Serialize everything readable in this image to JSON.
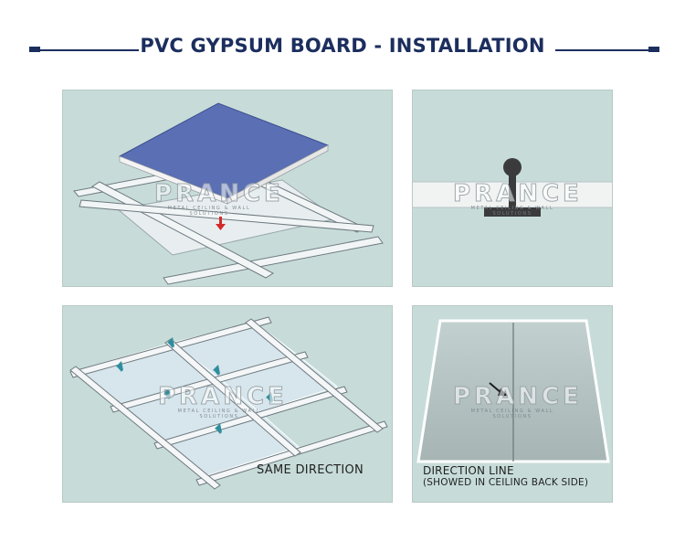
{
  "title": "PVC GYPSUM BOARD - INSTALLATION",
  "watermark": {
    "name": "PRANCE",
    "tagline": "METAL CEILING & WALL SOLUTIONS"
  },
  "panels": {
    "top_left": {
      "caption": ""
    },
    "top_right": {
      "caption": ""
    },
    "bottom_left": {
      "caption": "SAME DIRECTION"
    },
    "bottom_right": {
      "caption": "DIRECTION LINE",
      "subcaption": "(SHOWED IN CEILING BACK SIDE)"
    }
  },
  "colors": {
    "title": "#1c2e5e",
    "panel_background": "#c7dcd9",
    "board_blue": "#5b6fb5",
    "arrow_red": "#d42a2a",
    "arrow_teal": "#2e8e9e"
  }
}
